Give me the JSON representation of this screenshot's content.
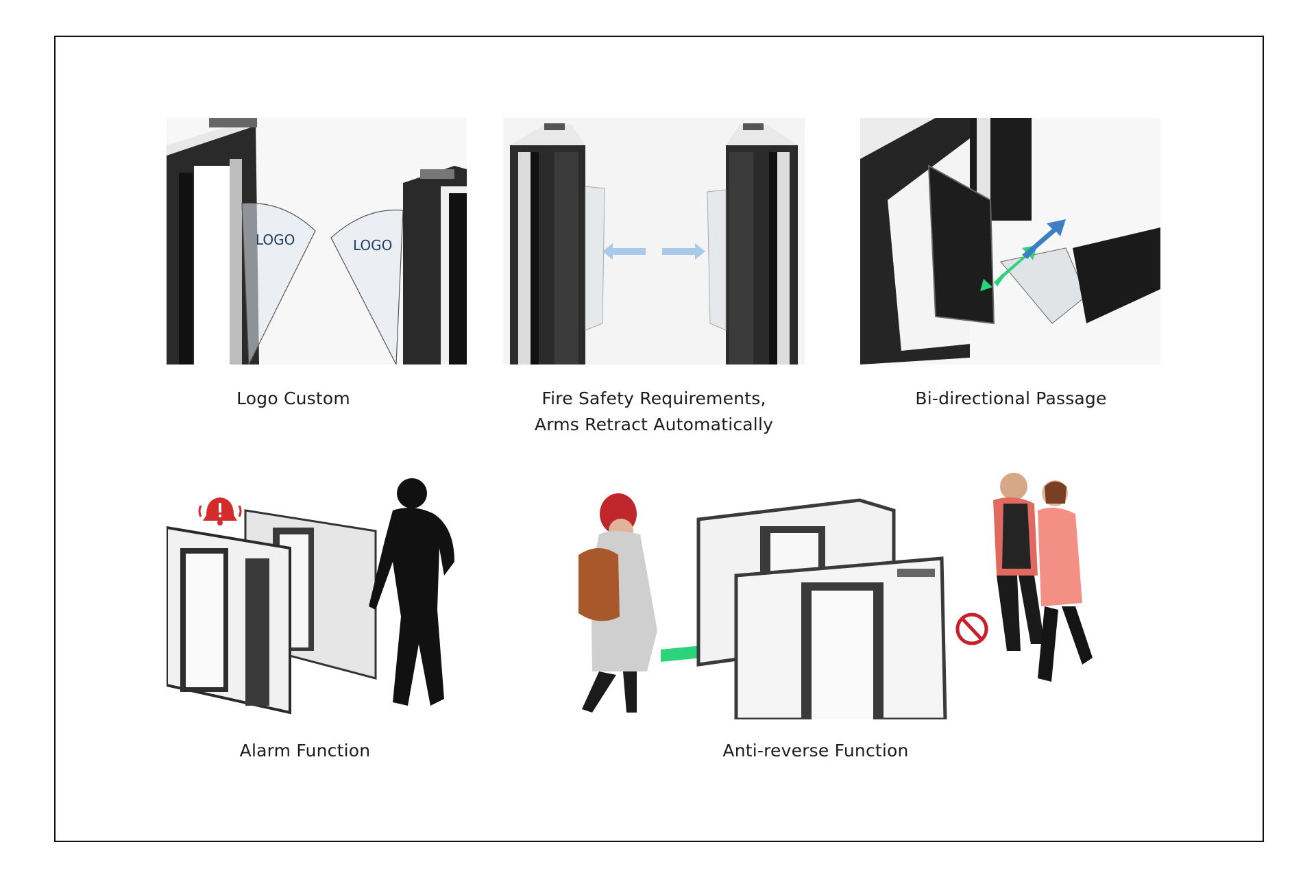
{
  "features": [
    {
      "caption_lines": [
        "Logo Custom"
      ],
      "logo_left": "LOGO",
      "logo_right": "LOGO"
    },
    {
      "caption_lines": [
        "Fire Safety Requirements,",
        "Arms Retract Automatically"
      ]
    },
    {
      "caption_lines": [
        "Bi-directional Passage"
      ]
    },
    {
      "caption_lines": [
        "Alarm Function"
      ]
    },
    {
      "caption_lines": [
        "Anti-reverse Function"
      ]
    }
  ],
  "colors": {
    "frame_border": "#111111",
    "cabinet_dark": "#2b2b2b",
    "arrow_light_blue": "#a9c9ea",
    "arrow_blue": "#3c7fc4",
    "arrow_green": "#2bd47a",
    "alarm_red": "#d42b2b",
    "prohibit_red": "#c8202a"
  },
  "icons": [
    "alarm-bell-icon",
    "prohibited-icon",
    "entry-arrow-icon",
    "bidirectional-arrows-icon",
    "retract-arrows-icon"
  ]
}
